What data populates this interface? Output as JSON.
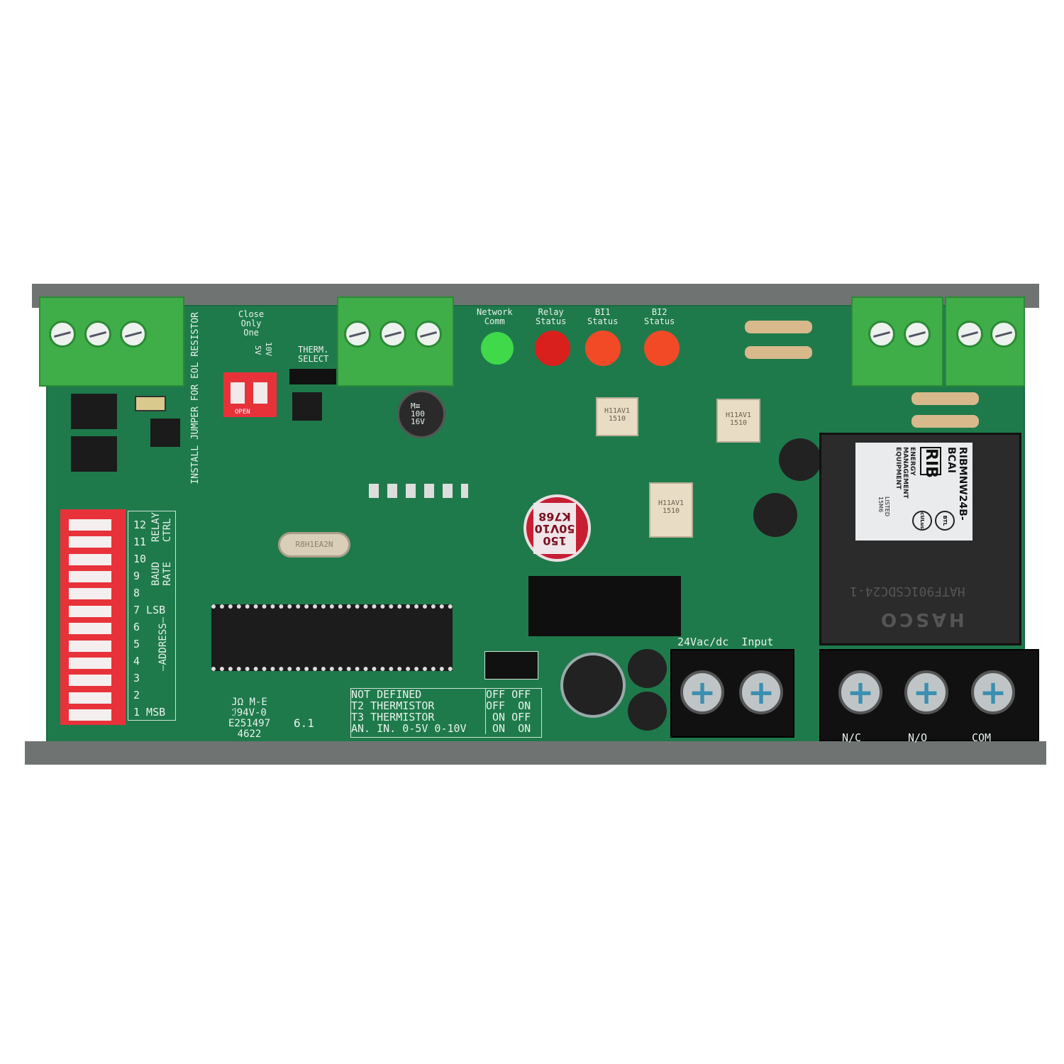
{
  "board": {
    "colors": {
      "pcb": "#1f7a4b",
      "terminal_green": "#3fae48",
      "dip_red": "#e8323a",
      "enclosure": "#6f7473"
    },
    "labels": {
      "eol_jumper": "INSTALL JUMPER FOR EOL RESISTOR",
      "close_only_one": "Close\nOnly\nOne",
      "v5": "5V",
      "v10": "10V",
      "dip_open": "OPEN",
      "therm_select": "THERM.\nSELECT",
      "cap_small": "M≡\n100\n16V",
      "crystal": "R8H1EA2N",
      "cap_large": "150\n50V10\nK768",
      "opto": "H11AV1\n1510",
      "power_input": "24Vac/dc  Input",
      "relay_model": "HATF901CSDC24-1",
      "relay_brand": "HASCO",
      "mfr_mark": "JΩ M-E\nℐ94V-0\nE251497\n4622",
      "revision": "6.1",
      "relay_terminals": [
        "N/C",
        "N/O",
        "COM"
      ]
    },
    "leds": [
      {
        "label": "Network\nComm",
        "color": "#3fd94a"
      },
      {
        "label": "Relay\nStatus",
        "color": "#d9201c"
      },
      {
        "label": "BI1\nStatus",
        "color": "#f24a26"
      },
      {
        "label": "BI2\nStatus",
        "color": "#f24a26"
      }
    ],
    "dip_labels": [
      "12",
      "11",
      "10",
      "9",
      "8",
      "7 LSB",
      "6",
      "5",
      "4",
      "3",
      "2",
      "1 MSB"
    ],
    "dip_groups": [
      "RELAY\nCTRL",
      "BAUD\nRATE",
      "—ADDRESS—"
    ],
    "therm_table": {
      "rows": [
        [
          "NOT DEFINED",
          "OFF OFF"
        ],
        [
          "T2 THERMISTOR",
          "OFF  ON"
        ],
        [
          "T3 THERMISTOR",
          " ON OFF"
        ],
        [
          "AN. IN. 0-5V 0-10V",
          " ON  ON"
        ]
      ]
    },
    "product_label": {
      "model": "RIBMNW24B-BCAI",
      "brand": "RIB",
      "desc": "ENERGY\nMANAGEMENT\nEQUIPMENT",
      "listing": "LISTED\n15M6",
      "marks": [
        "cULus",
        "BTL"
      ]
    }
  }
}
